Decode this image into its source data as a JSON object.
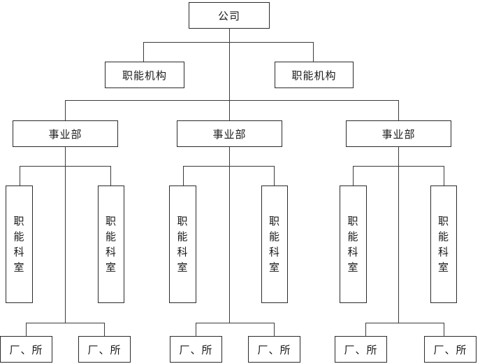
{
  "diagram": {
    "type": "org-chart",
    "root": {
      "label": "公司",
      "staff_units": [
        {
          "label": "职能机构"
        },
        {
          "label": "职能机构"
        }
      ],
      "divisions": [
        {
          "label": "事业部",
          "staff_offices": [
            {
              "label": "职能科室"
            },
            {
              "label": "职能科室"
            }
          ],
          "plants": [
            {
              "label": "厂、所"
            },
            {
              "label": "厂、所"
            }
          ]
        },
        {
          "label": "事业部",
          "staff_offices": [
            {
              "label": "职能科室"
            },
            {
              "label": "职能科室"
            }
          ],
          "plants": [
            {
              "label": "厂、所"
            },
            {
              "label": "厂、所"
            }
          ]
        },
        {
          "label": "事业部",
          "staff_offices": [
            {
              "label": "职能科室"
            },
            {
              "label": "职能科室"
            }
          ],
          "plants": [
            {
              "label": "厂、所"
            },
            {
              "label": "厂、所"
            }
          ]
        }
      ]
    }
  }
}
